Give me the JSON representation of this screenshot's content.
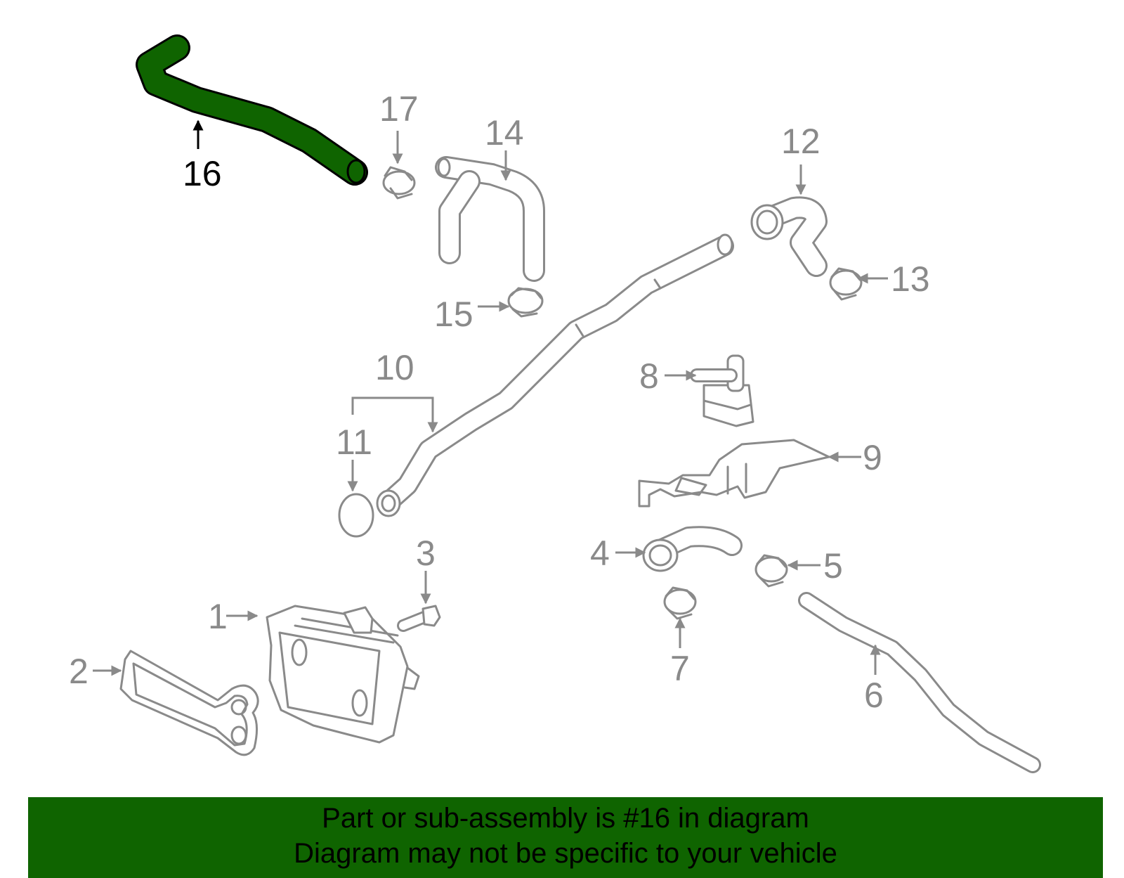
{
  "highlight_color": "#0f6400",
  "part_color": "#8a8a8a",
  "banner": {
    "line1": "Part or sub-assembly is #16 in diagram",
    "line2": "Diagram may not be specific to your vehicle"
  },
  "callouts": {
    "c1": "1",
    "c2": "2",
    "c3": "3",
    "c4": "4",
    "c5": "5",
    "c6": "6",
    "c7": "7",
    "c8": "8",
    "c9": "9",
    "c10": "10",
    "c11": "11",
    "c12": "12",
    "c13": "13",
    "c14": "14",
    "c15": "15",
    "c16": "16",
    "c17": "17"
  }
}
